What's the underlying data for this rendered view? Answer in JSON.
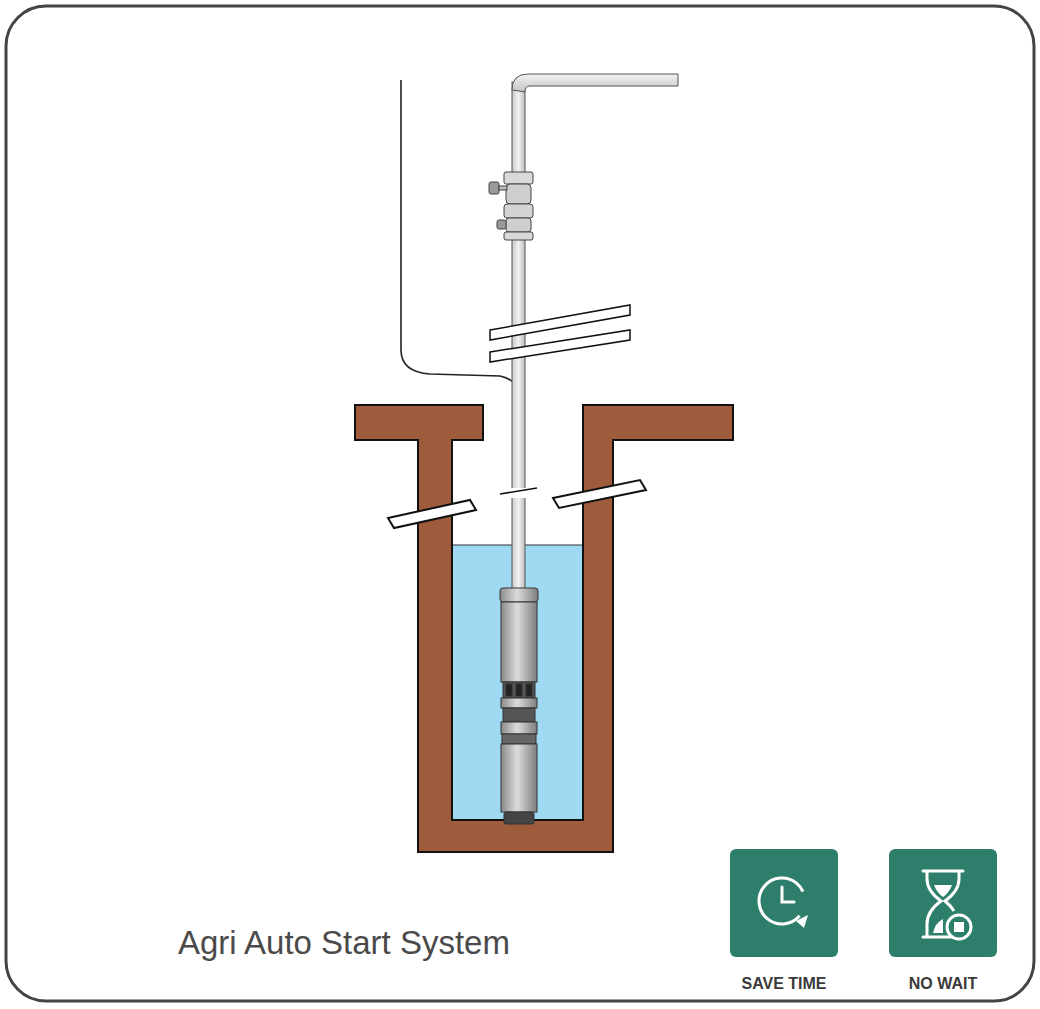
{
  "diagram": {
    "title": "Agri Auto Start System",
    "nodes": [
      {
        "text": [
          "SAVE TIME"
        ]
      },
      {
        "text": [
          "NO WAIT"
        ]
      }
    ]
  }
}
